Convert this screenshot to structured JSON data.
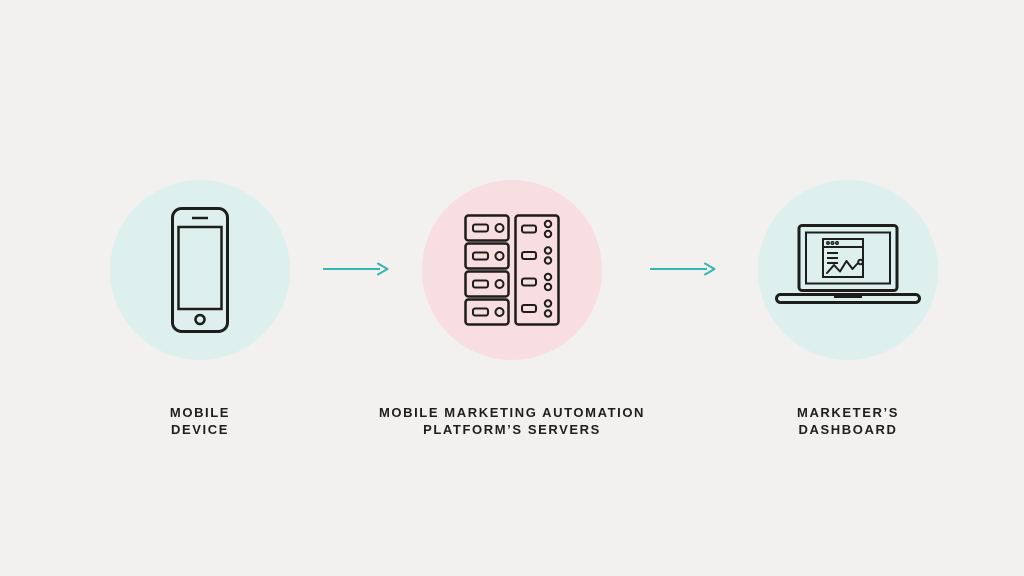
{
  "diagram": {
    "nodes": [
      {
        "id": "mobile-device",
        "label": "MOBILE\nDEVICE",
        "circle_color": "#def0ed",
        "icon": "smartphone-icon"
      },
      {
        "id": "platform-servers",
        "label": "MOBILE MARKETING AUTOMATION\nPLATFORM’S SERVERS",
        "circle_color": "#f8dde1",
        "icon": "server-rack-icon"
      },
      {
        "id": "marketers-dashboard",
        "label": "MARKETER’S\nDASHBOARD",
        "circle_color": "#def0ed",
        "icon": "laptop-dashboard-icon"
      }
    ],
    "arrows": [
      {
        "from": "mobile-device",
        "to": "platform-servers"
      },
      {
        "from": "platform-servers",
        "to": "marketers-dashboard"
      }
    ],
    "colors": {
      "background": "#f2f1ef",
      "arrow": "#35b6b0",
      "icon_stroke": "#1d1d1b",
      "label": "#1e1e1c"
    }
  }
}
